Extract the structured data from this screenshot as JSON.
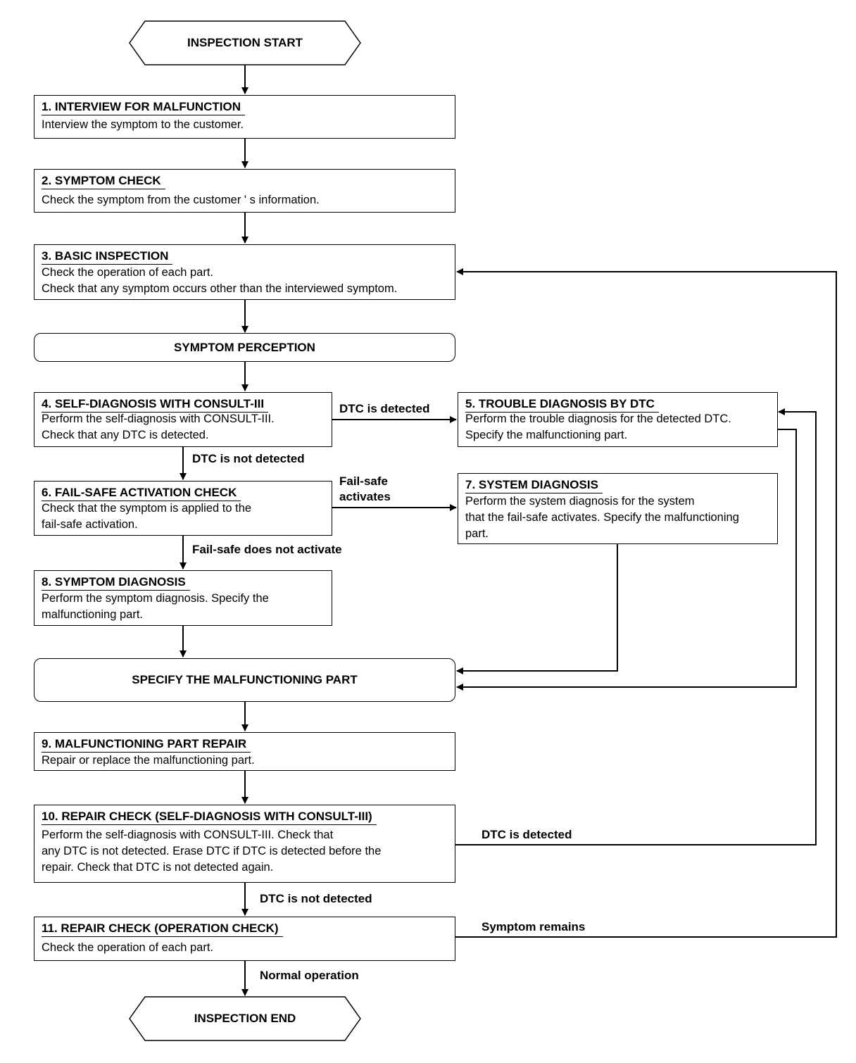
{
  "start": "INSPECTION START",
  "end": "INSPECTION END",
  "step1": {
    "title": "1. INTERVIEW FOR MALFUNCTION",
    "lines": [
      "Interview the symptom to the customer."
    ]
  },
  "step2": {
    "title": "2. SYMPTOM CHECK",
    "lines": [
      "Check the symptom from the customer ' s information."
    ]
  },
  "step3": {
    "title": "3. BASIC INSPECTION",
    "lines": [
      "Check the operation of each part.",
      "Check that any symptom occurs other than the interviewed symptom."
    ]
  },
  "perception": "SYMPTOM PERCEPTION",
  "step4": {
    "title": "4. SELF-DIAGNOSIS WITH CONSULT-III",
    "lines": [
      "Perform the self-diagnosis with CONSULT-III.",
      "Check that any DTC is detected."
    ]
  },
  "step5": {
    "title": "5. TROUBLE DIAGNOSIS BY DTC",
    "lines": [
      "Perform the trouble diagnosis for the detected DTC.",
      "Specify the malfunctioning part."
    ]
  },
  "step6": {
    "title": "6. FAIL-SAFE ACTIVATION CHECK",
    "lines": [
      "Check that the symptom is applied to the",
      "fail-safe activation."
    ]
  },
  "step7": {
    "title": "7. SYSTEM DIAGNOSIS",
    "lines": [
      "Perform the system diagnosis for the system",
      "that the fail-safe activates. Specify the malfunctioning",
      "part."
    ]
  },
  "step8": {
    "title": "8. SYMPTOM DIAGNOSIS",
    "lines": [
      "Perform the symptom diagnosis. Specify the",
      "malfunctioning part."
    ]
  },
  "specify": "SPECIFY THE MALFUNCTIONING PART",
  "step9": {
    "title": "9. MALFUNCTIONING PART REPAIR",
    "lines": [
      "Repair or replace the malfunctioning part."
    ]
  },
  "step10": {
    "title": "10. REPAIR CHECK (SELF-DIAGNOSIS WITH CONSULT-III)",
    "lines": [
      "Perform the self-diagnosis with CONSULT-III. Check that",
      "any DTC is not detected. Erase DTC if DTC is detected before the",
      "repair. Check that DTC is not detected again."
    ]
  },
  "step11": {
    "title": "11. REPAIR CHECK (OPERATION CHECK)",
    "lines": [
      "Check the operation of each part."
    ]
  },
  "labels": {
    "dtc_detected_4": "DTC is detected",
    "dtc_not_detected_4": "DTC is not detected",
    "failsafe_activates_1": "Fail-safe",
    "failsafe_activates_2": "activates",
    "failsafe_not_activate": "Fail-safe does not activate",
    "dtc_detected_10": "DTC is detected",
    "dtc_not_detected_10": "DTC is not detected",
    "symptom_remains": "Symptom remains",
    "normal_operation": "Normal operation"
  }
}
